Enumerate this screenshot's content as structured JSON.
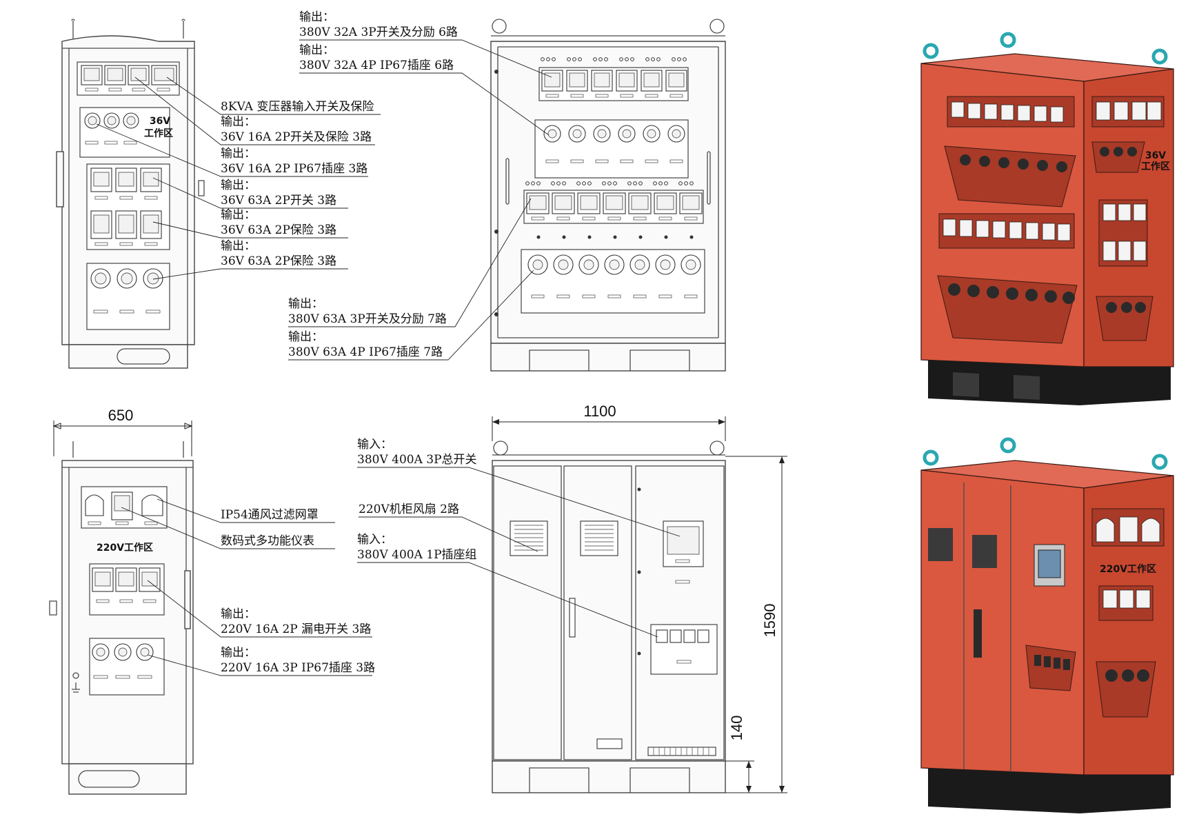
{
  "views": {
    "side_top": {
      "zone_label_line1": "36V",
      "zone_label_line2": "工作区"
    },
    "side_bottom": {
      "zone_label": "220V工作区"
    },
    "iso_side_top": {
      "zone_label_line1": "36V",
      "zone_label_line2": "工作区"
    },
    "iso_side_bottom": {
      "zone_label": "220V工作区"
    }
  },
  "dimensions": {
    "depth": "650",
    "width": "1100",
    "height": "1590",
    "base_height": "140"
  },
  "callouts_top_left": [
    {
      "lines": [
        "8KVA  变压器输入开关及保险"
      ]
    },
    {
      "lines": [
        "输出：",
        "36V  16A  2P开关及保险  3路"
      ]
    },
    {
      "lines": [
        "输出：",
        "36V  16A  2P  IP67插座  3路"
      ]
    },
    {
      "lines": [
        "输出：",
        "36V  63A  2P开关  3路"
      ]
    },
    {
      "lines": [
        "输出：",
        "36V  63A  2P保险  3路"
      ]
    },
    {
      "lines": [
        "输出：",
        "36V  63A  2P保险  3路"
      ]
    }
  ],
  "callouts_top_center": [
    {
      "lines": [
        "输出：",
        "380V  32A  3P开关及分励  6路"
      ]
    },
    {
      "lines": [
        "输出：",
        "380V  32A  4P  IP67插座  6路"
      ]
    },
    {
      "lines": [
        "输出：",
        "380V  63A  3P开关及分励  7路"
      ]
    },
    {
      "lines": [
        "输出：",
        "380V  63A  4P  IP67插座  7路"
      ]
    }
  ],
  "callouts_bottom_left": [
    {
      "lines": [
        "IP54通风过滤网罩"
      ]
    },
    {
      "lines": [
        "数码式多功能仪表"
      ]
    },
    {
      "lines": [
        "输出：",
        "220V  16A  2P  漏电开关  3路"
      ]
    },
    {
      "lines": [
        "输出：",
        "220V  16A  3P  IP67插座  3路"
      ]
    }
  ],
  "callouts_bottom_center": [
    {
      "lines": [
        "输入：",
        "380V  400A  3P总开关"
      ]
    },
    {
      "lines": [
        "220V机柜风扇  2路"
      ]
    },
    {
      "lines": [
        "输入：",
        "380V  400A  1P插座组"
      ]
    }
  ],
  "colors": {
    "cabinet_red": "#d9583f",
    "eyebolt_teal": "#2aa7b0",
    "base_black": "#1a1a1a",
    "line": "#444444"
  }
}
